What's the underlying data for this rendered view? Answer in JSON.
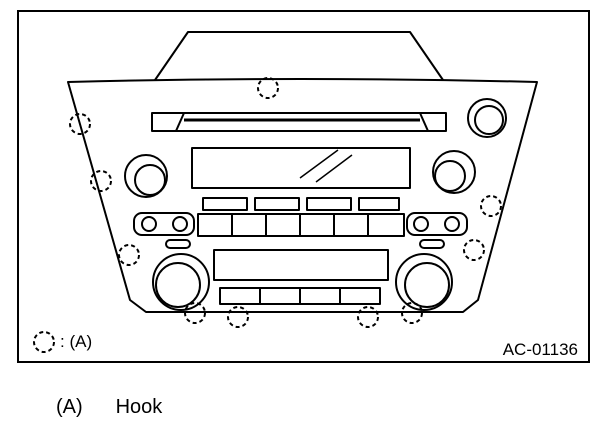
{
  "legend": {
    "symbol_text": ": (A)"
  },
  "figure_code": "AC-01136",
  "caption": {
    "label": "(A)",
    "text": "Hook"
  }
}
